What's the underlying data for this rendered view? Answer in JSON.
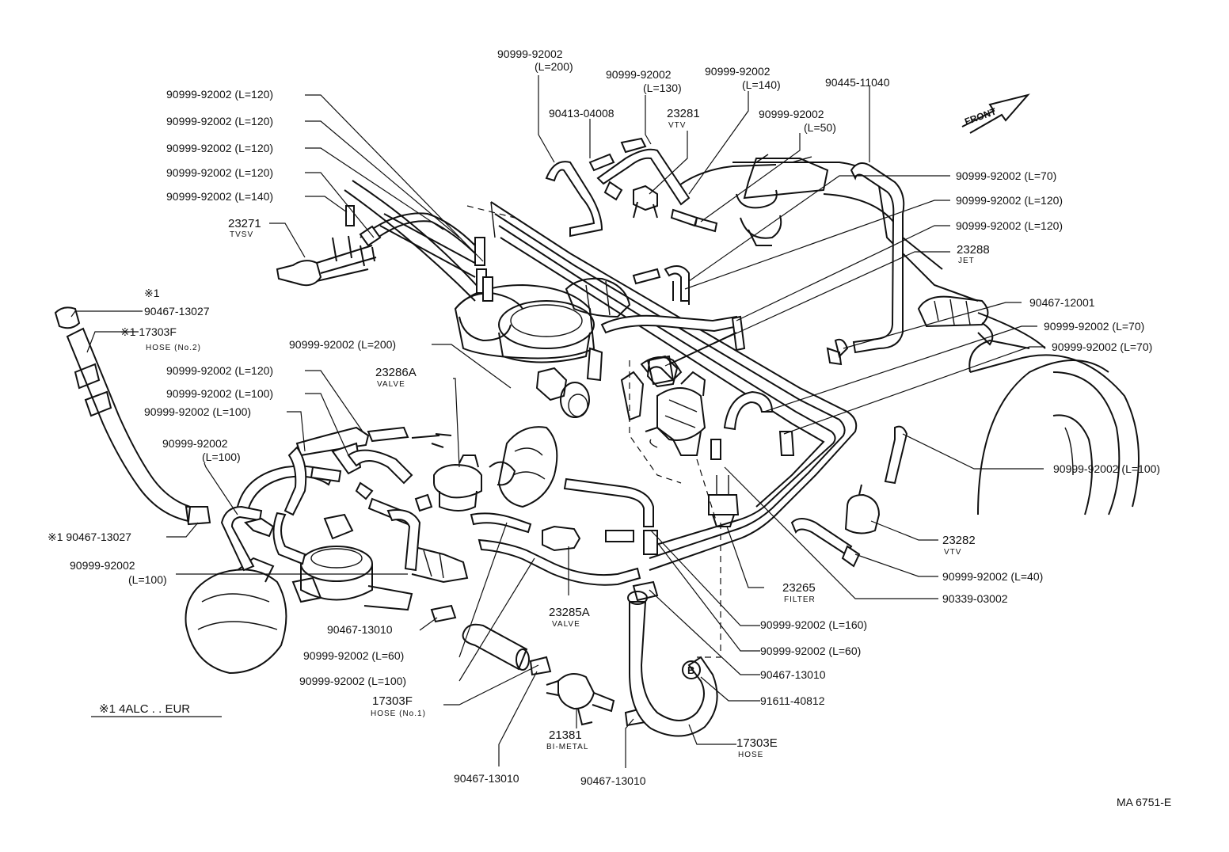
{
  "labels": [
    {
      "id": "l01",
      "text": "90999-92002"
    },
    {
      "id": "l01b",
      "text": "(L=200)"
    },
    {
      "id": "l02",
      "text": "90999-92002"
    },
    {
      "id": "l02b",
      "text": "(L=130)"
    },
    {
      "id": "l03",
      "text": "90999-92002"
    },
    {
      "id": "l03b",
      "text": "(L=140)"
    },
    {
      "id": "l04",
      "text": "90445-11040"
    },
    {
      "id": "l05",
      "text": "90413-04008"
    },
    {
      "id": "l06",
      "text": "23281"
    },
    {
      "id": "l06b",
      "text": "VTV"
    },
    {
      "id": "l07",
      "text": "90999-92002"
    },
    {
      "id": "l07b",
      "text": "(L=50)"
    },
    {
      "id": "l08",
      "text": "90999-92002 (L=120)"
    },
    {
      "id": "l09",
      "text": "90999-92002 (L=120)"
    },
    {
      "id": "l10",
      "text": "90999-92002 (L=120)"
    },
    {
      "id": "l11",
      "text": "90999-92002 (L=120)"
    },
    {
      "id": "l12",
      "text": "90999-92002 (L=140)"
    },
    {
      "id": "l13",
      "text": "23271"
    },
    {
      "id": "l13b",
      "text": "TVSV"
    },
    {
      "id": "l14",
      "text": "※1"
    },
    {
      "id": "l15",
      "text": "90467-13027"
    },
    {
      "id": "l16",
      "text": "※1 17303F"
    },
    {
      "id": "l16b",
      "text": "HOSE (No.2)"
    },
    {
      "id": "l17",
      "text": "90999-92002 (L=70)"
    },
    {
      "id": "l18",
      "text": "90999-92002 (L=120)"
    },
    {
      "id": "l19",
      "text": "90999-92002 (L=120)"
    },
    {
      "id": "l20",
      "text": "23288"
    },
    {
      "id": "l20b",
      "text": "JET"
    },
    {
      "id": "l21",
      "text": "90467-12001"
    },
    {
      "id": "l22",
      "text": "90999-92002 (L=70)"
    },
    {
      "id": "l23",
      "text": "90999-92002 (L=70)"
    },
    {
      "id": "l24",
      "text": "90999-92002 (L=200)"
    },
    {
      "id": "l25",
      "text": "23286A"
    },
    {
      "id": "l25b",
      "text": "VALVE"
    },
    {
      "id": "l26",
      "text": "90999-92002 (L=120)"
    },
    {
      "id": "l27",
      "text": "90999-92002 (L=100)"
    },
    {
      "id": "l28",
      "text": "90999-92002 (L=100)"
    },
    {
      "id": "l29",
      "text": "90999-92002"
    },
    {
      "id": "l29b",
      "text": "(L=100)"
    },
    {
      "id": "l30",
      "text": "90999-92002 (L=100)"
    },
    {
      "id": "l31",
      "text": "※1 90467-13027"
    },
    {
      "id": "l32",
      "text": "23282"
    },
    {
      "id": "l32b",
      "text": "VTV"
    },
    {
      "id": "l33",
      "text": "90999-92002 (L=40)"
    },
    {
      "id": "l34",
      "text": "90339-03002"
    },
    {
      "id": "l35",
      "text": "23265"
    },
    {
      "id": "l35b",
      "text": "FILTER"
    },
    {
      "id": "l36",
      "text": "90999-92002"
    },
    {
      "id": "l36b",
      "text": "(L=100)"
    },
    {
      "id": "l37",
      "text": "23285A"
    },
    {
      "id": "l37b",
      "text": "VALVE"
    },
    {
      "id": "l38",
      "text": "90999-92002 (L=160)"
    },
    {
      "id": "l39",
      "text": "90999-92002 (L=60)"
    },
    {
      "id": "l40",
      "text": "90467-13010"
    },
    {
      "id": "l41",
      "text": "90467-13010"
    },
    {
      "id": "l42",
      "text": "90999-92002 (L=60)"
    },
    {
      "id": "l43",
      "text": "91611-40812"
    },
    {
      "id": "l44",
      "text": "90999-92002 (L=100)"
    },
    {
      "id": "l45",
      "text": "17303F"
    },
    {
      "id": "l45b",
      "text": "HOSE (No.1)"
    },
    {
      "id": "l46",
      "text": "17303E"
    },
    {
      "id": "l46b",
      "text": "HOSE"
    },
    {
      "id": "l47",
      "text": "21381"
    },
    {
      "id": "l47b",
      "text": "BI-METAL"
    },
    {
      "id": "l48",
      "text": "※1 4ALC . . EUR"
    },
    {
      "id": "l49",
      "text": "90467-13010"
    },
    {
      "id": "l50",
      "text": "90467-13010"
    },
    {
      "id": "l51",
      "text": "MA 6751-E"
    },
    {
      "id": "l52",
      "text": "B"
    },
    {
      "id": "l53",
      "text": "FRONT"
    }
  ]
}
